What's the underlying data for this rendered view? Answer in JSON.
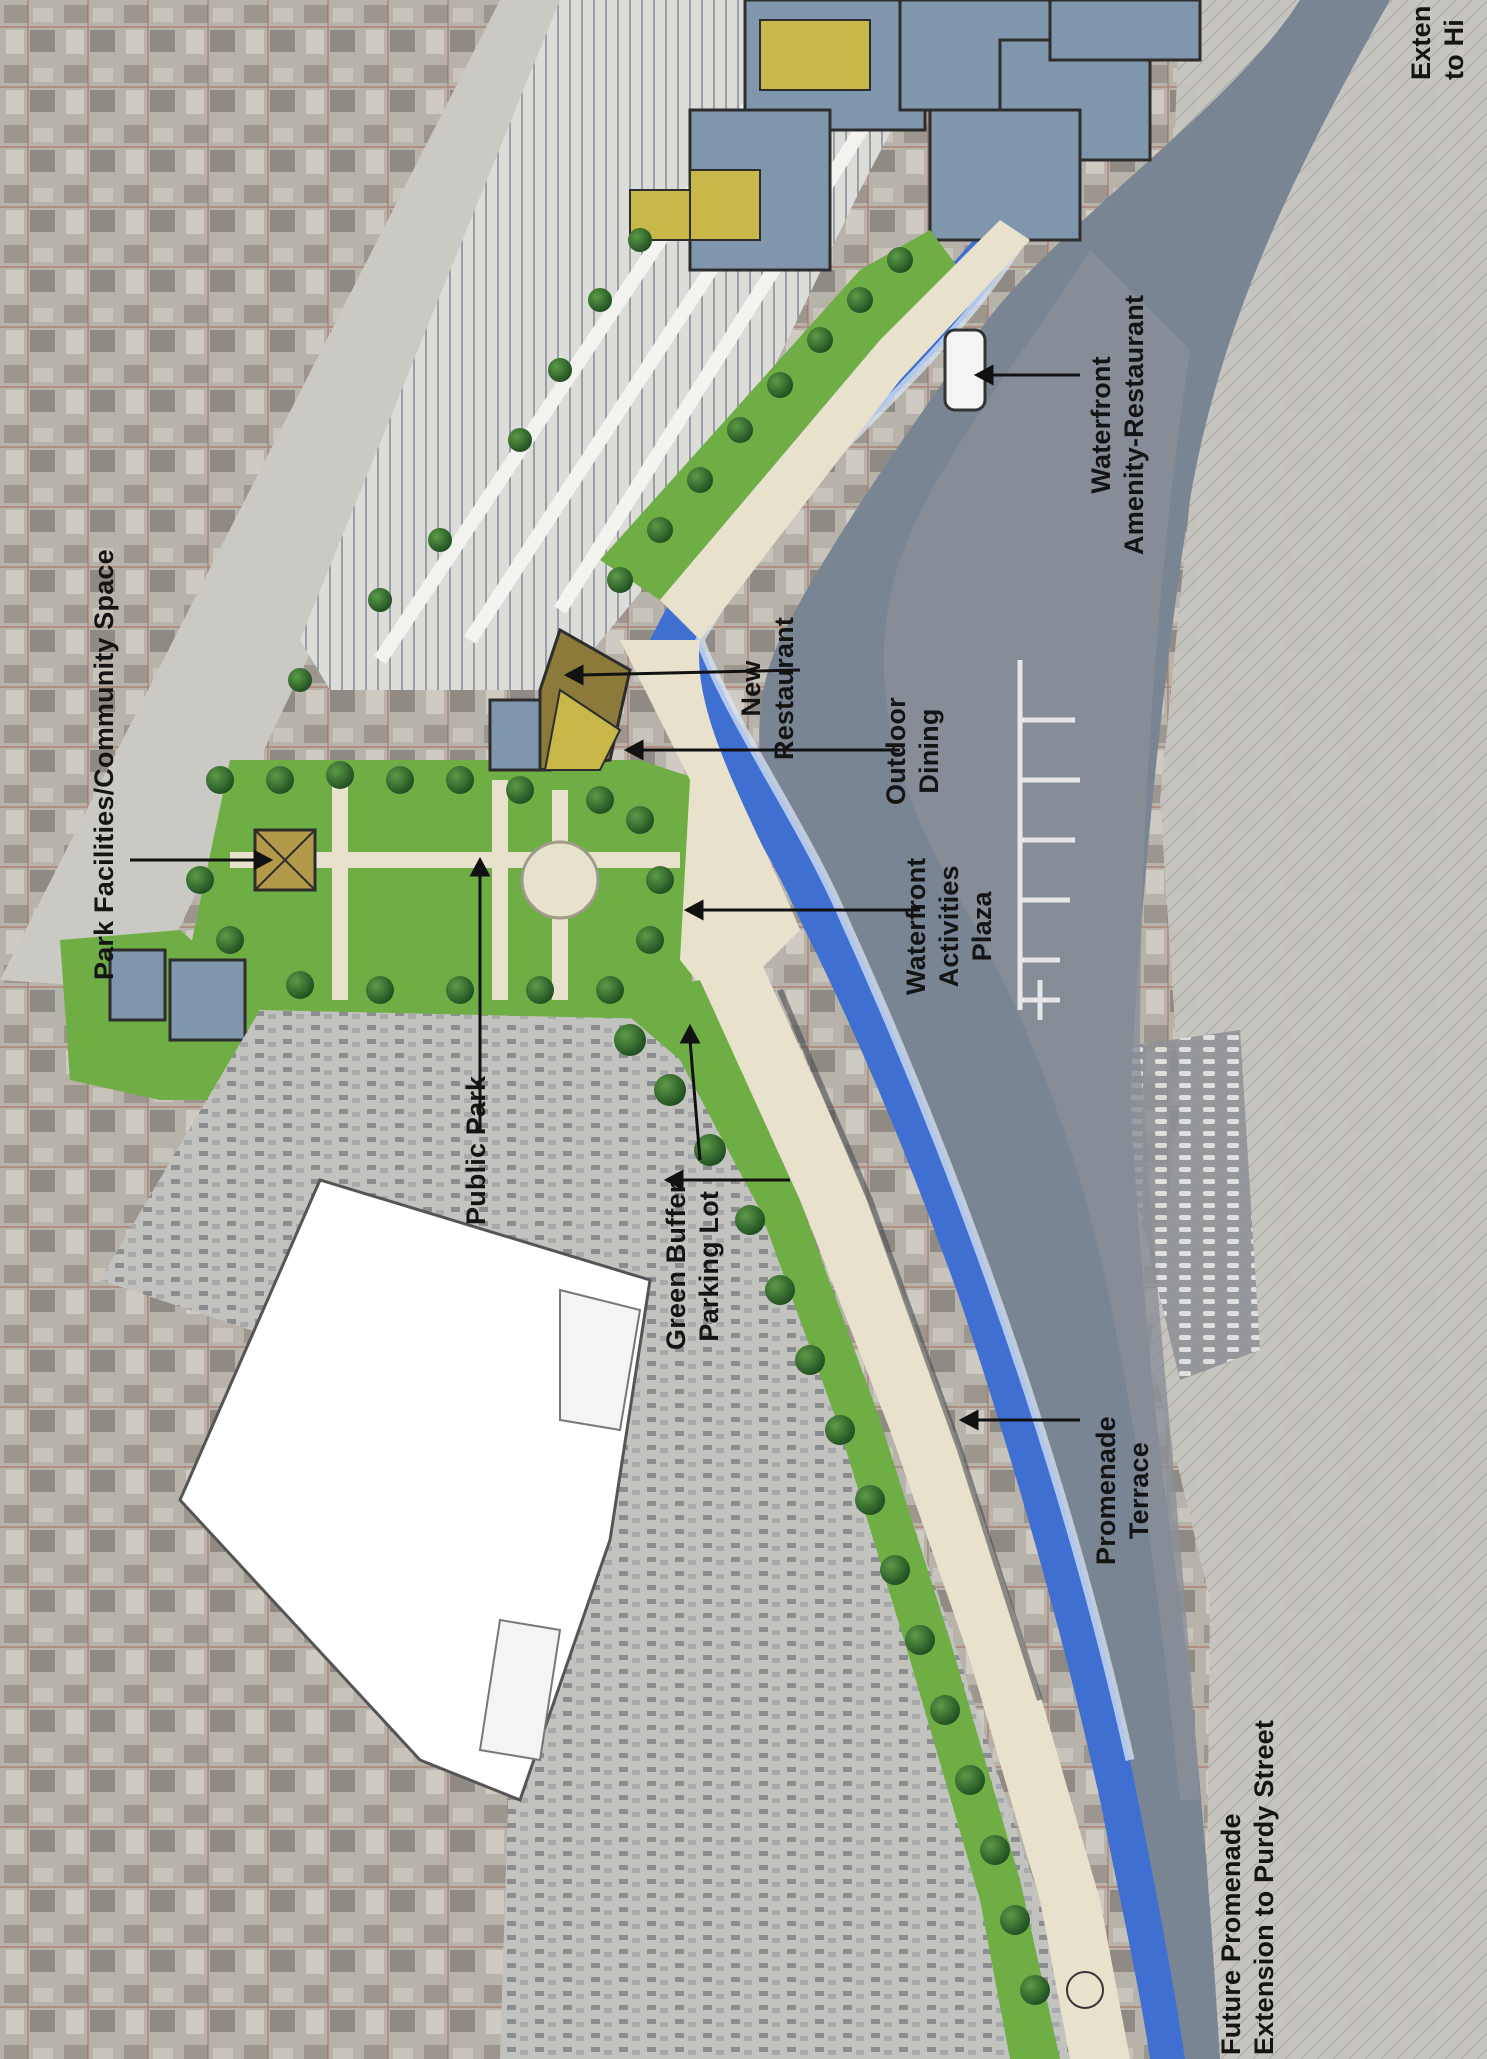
{
  "map": {
    "labels": {
      "park_facilities": "Park Facilities/Community Space",
      "public_park": "Public Park",
      "green_buffer_parking_lot": [
        "Green Buffer",
        "Parking Lot"
      ],
      "new_restaurant": [
        "New",
        "Restaurant"
      ],
      "outdoor_dining": [
        "Outdoor",
        "Dining"
      ],
      "waterfront_activities_plaza": [
        "Waterfront",
        "Activities",
        "Plaza"
      ],
      "waterfront_amenity_restaurant": [
        "Waterfront",
        "Amenity-Restaurant"
      ],
      "promenade_terrace": [
        "Promenade",
        "Terrace"
      ],
      "future_promenade_extension": [
        "Future Promenade",
        "Extension to Purdy Street"
      ],
      "extension_corner": [
        "Exten",
        "to Hi"
      ]
    },
    "colors": {
      "river": "#3f6fd1",
      "river_dark": "#7a8594",
      "park_green": "#6fae45",
      "tree_green": "#2f6b2a",
      "plaza": "#e8e2cc",
      "building_blue": "#7f96ad",
      "building_yellow": "#c8b84a",
      "pavement": "#d8d8d4",
      "city_block": "#a9a49c",
      "text": "#141414"
    }
  }
}
